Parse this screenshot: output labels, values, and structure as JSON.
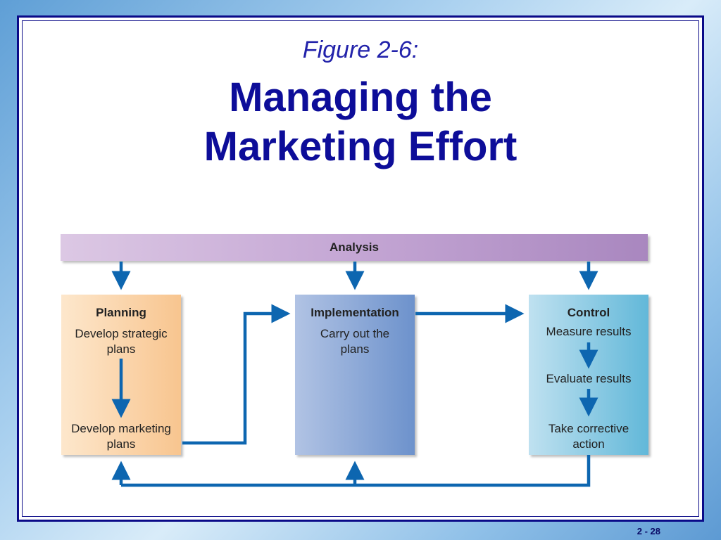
{
  "figure_label": "Figure 2-6:",
  "title_line1": "Managing the",
  "title_line2": "Marketing Effort",
  "analysis": "Analysis",
  "planning": {
    "heading": "Planning",
    "step1_line1": "Develop strategic",
    "step1_line2": "plans",
    "step2_line1": "Develop marketing",
    "step2_line2": "plans"
  },
  "implementation": {
    "heading": "Implementation",
    "line1": "Carry out the",
    "line2": "plans"
  },
  "control": {
    "heading": "Control",
    "step1": "Measure results",
    "step2": "Evaluate results",
    "step3_line1": "Take corrective",
    "step3_line2": "action"
  },
  "slide_number": "2 - 28",
  "colors": {
    "arrow": "#0d66b0",
    "title": "#0d0d99",
    "border": "#0a0a88"
  }
}
